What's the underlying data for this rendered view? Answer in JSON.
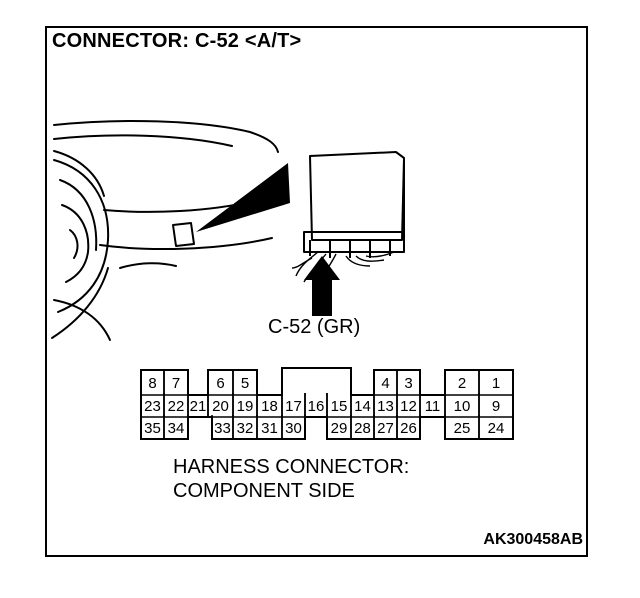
{
  "title": "CONNECTOR: C-52 <A/T>",
  "callout_label": "C-52 (GR)",
  "caption": {
    "line1": "HARNESS CONNECTOR:",
    "line2": "COMPONENT SIDE"
  },
  "figure_code": "AK300458AB",
  "pins": {
    "row1": [
      "8",
      "7",
      "6",
      "5",
      "4",
      "3",
      "2",
      "1"
    ],
    "row2": [
      "23",
      "22",
      "21",
      "20",
      "19",
      "18",
      "17",
      "16",
      "15",
      "14",
      "13",
      "12",
      "11",
      "10",
      "9"
    ],
    "row3": [
      "35",
      "34",
      "33",
      "32",
      "31",
      "30",
      "29",
      "28",
      "27",
      "26",
      "25",
      "24"
    ]
  }
}
